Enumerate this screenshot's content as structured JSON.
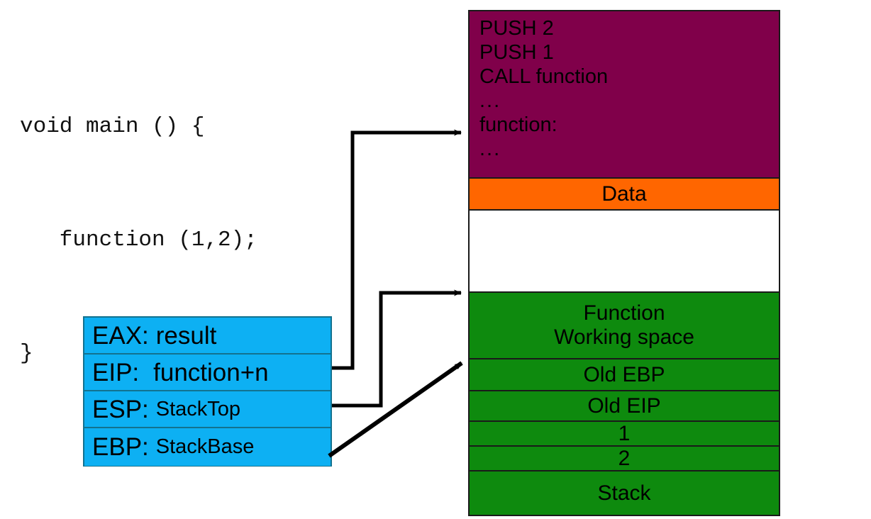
{
  "source_code": {
    "lines": [
      "void main () {",
      "   function (1,2);",
      "}"
    ]
  },
  "registers": {
    "rows": [
      {
        "name": "EAX:",
        "value": "result",
        "value_size": "large"
      },
      {
        "name": "EIP:",
        "value": "function+n",
        "value_size": "large"
      },
      {
        "name": "ESP:",
        "value": "StackTop",
        "value_size": "small"
      },
      {
        "name": "EBP:",
        "value": "StackBase",
        "value_size": "small"
      }
    ]
  },
  "memory": {
    "code_segment": {
      "color": "#80004A",
      "lines": [
        "PUSH 2",
        "PUSH 1",
        "CALL function",
        "...",
        "function:",
        "..."
      ]
    },
    "data_segment": {
      "label": "Data",
      "color": "#FF6600"
    },
    "free_segment": {
      "label": "",
      "color": "#FFFFFF"
    },
    "stack_segment": {
      "color": "#0E8A0E",
      "rows": [
        {
          "label": "Function\nWorking space"
        },
        {
          "label": "Old EBP"
        },
        {
          "label": "Old EIP"
        },
        {
          "label": "1"
        },
        {
          "label": "2"
        },
        {
          "label": "Stack"
        }
      ]
    }
  },
  "arrows": [
    {
      "name": "eip-to-function-label",
      "from": "EIP register",
      "to": "function: in code segment"
    },
    {
      "name": "esp-to-stack-top",
      "from": "ESP register",
      "to": "top of Function Working space"
    },
    {
      "name": "ebp-to-old-ebp",
      "from": "EBP register",
      "to": "Old EBP boundary"
    }
  ],
  "colors": {
    "code_segment": "#80004A",
    "data_segment": "#FF6600",
    "stack_segment": "#0E8A0E",
    "registers_box": "#0DB0F3",
    "outline": "#1A1A1A"
  }
}
